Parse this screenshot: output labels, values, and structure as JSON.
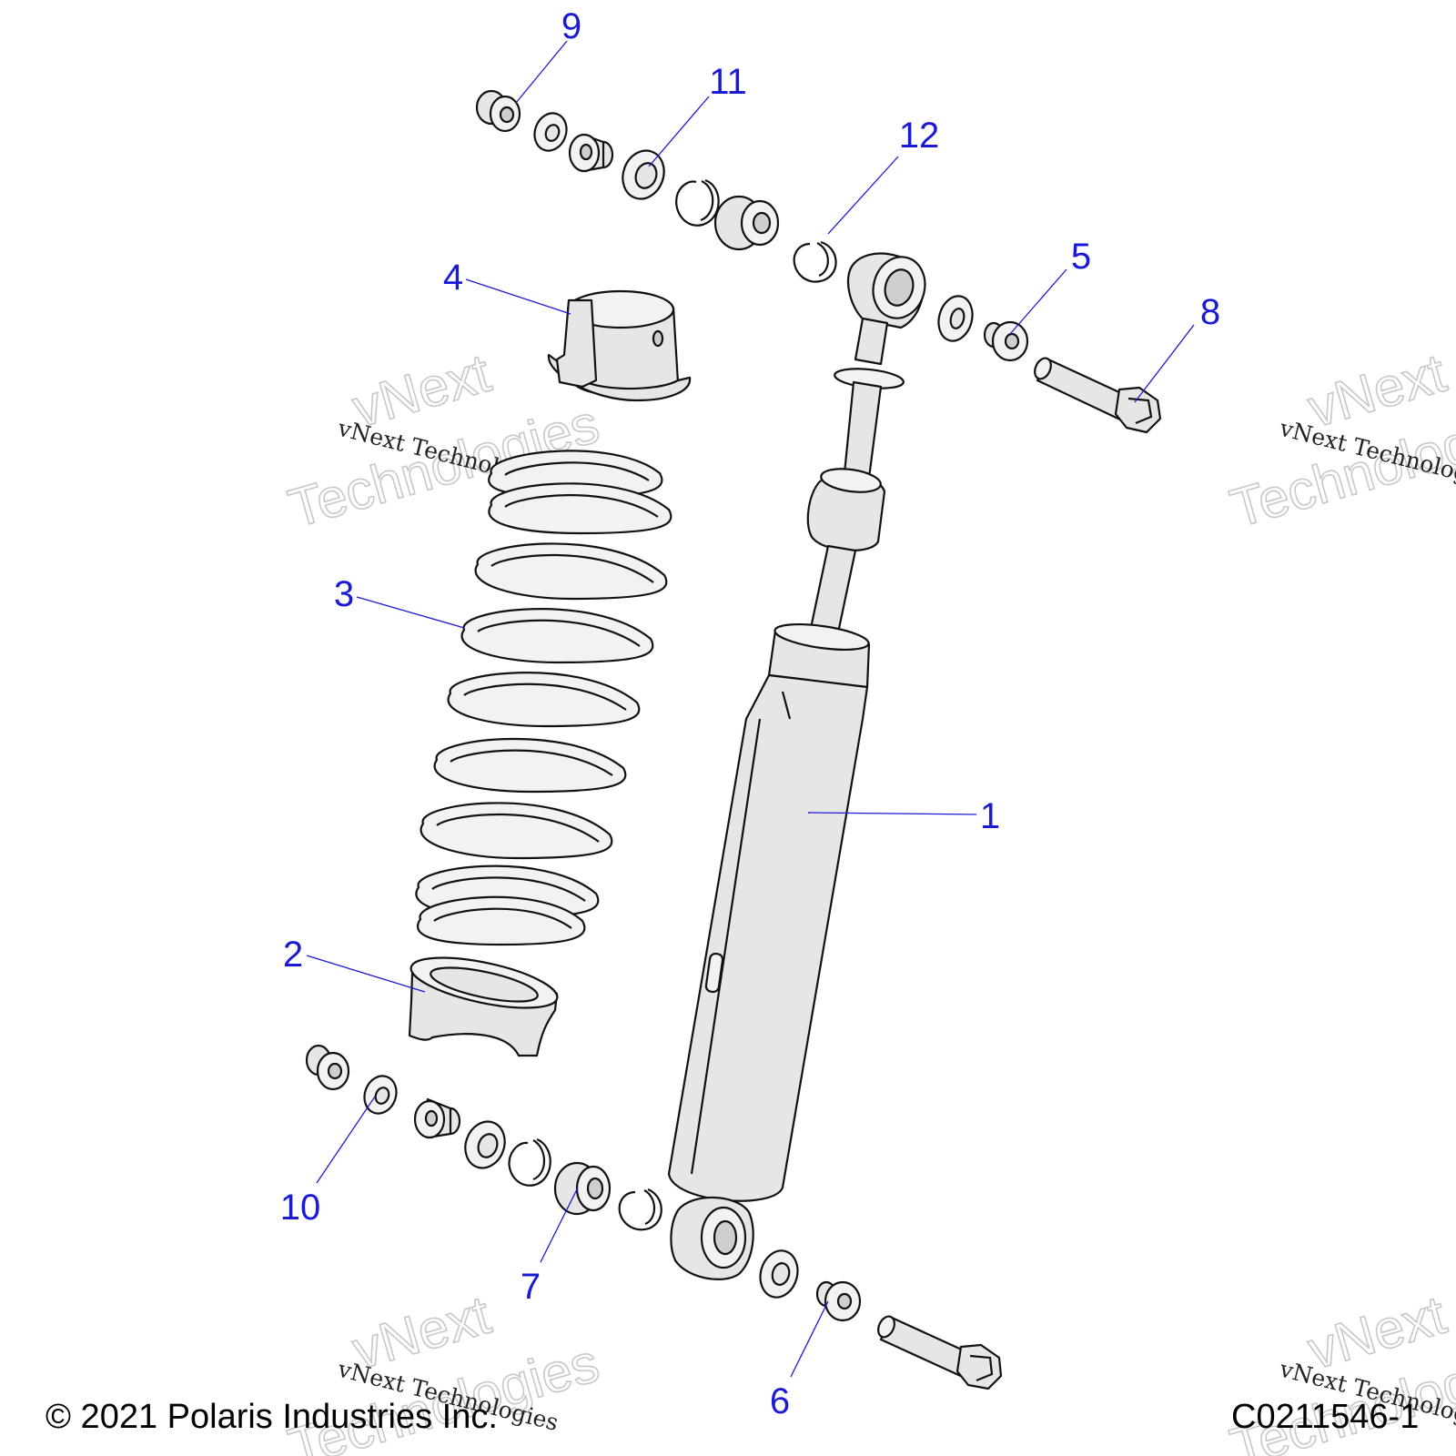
{
  "callouts": [
    {
      "label": "1"
    },
    {
      "label": "2"
    },
    {
      "label": "3"
    },
    {
      "label": "4"
    },
    {
      "label": "5"
    },
    {
      "label": "6"
    },
    {
      "label": "7"
    },
    {
      "label": "8"
    },
    {
      "label": "9"
    },
    {
      "label": "10"
    },
    {
      "label": "11"
    },
    {
      "label": "12"
    }
  ],
  "watermark": {
    "small": "vNext Technologies",
    "big1": "vNext",
    "big2": "Technologies"
  },
  "footer": {
    "copyright": "© 2021 Polaris Industries Inc.",
    "diagram_code": "C0211546-1"
  },
  "colors": {
    "callout": "#1a1ad6",
    "line_art": "#111111",
    "part_fill": "#e6e6e6"
  }
}
